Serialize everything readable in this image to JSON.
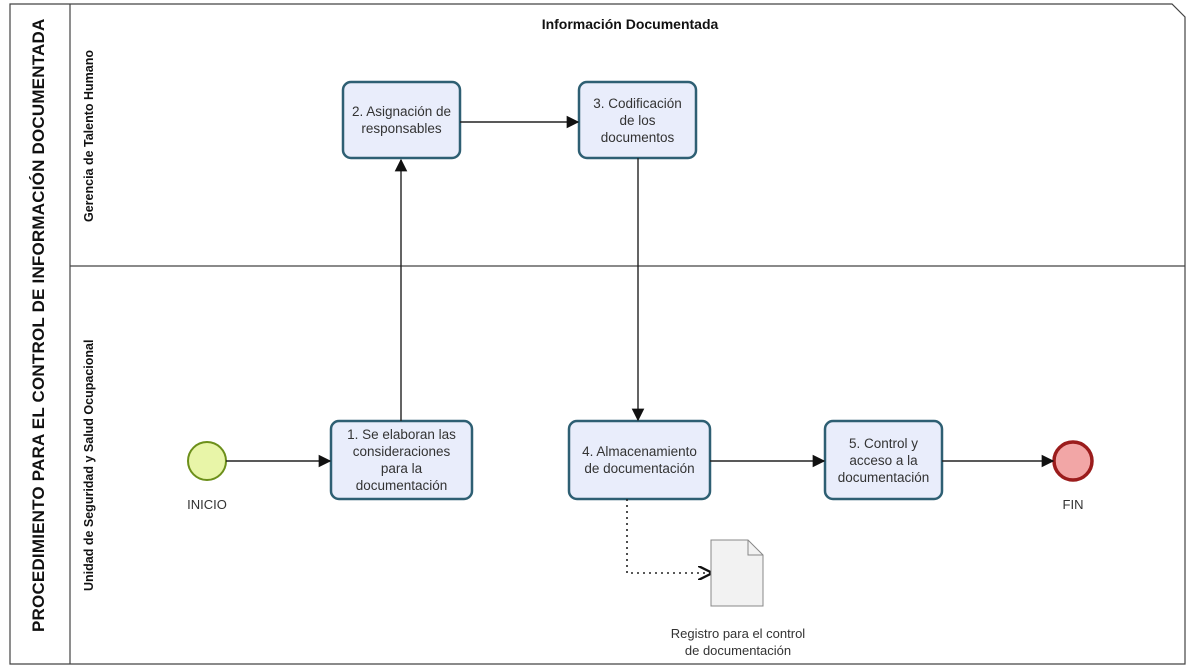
{
  "pool": {
    "title": "PROCEDIMIENTO PARA EL CONTROL DE INFORMACIÓN DOCUMENTADA",
    "header": "Información Documentada"
  },
  "lanes": [
    {
      "label": "Gerencia de Talento Humano"
    },
    {
      "label": "Unidad de Seguridad y Salud Ocupacional"
    }
  ],
  "events": {
    "start": {
      "label": "INICIO",
      "color": "#e8f5a8",
      "stroke": "#6c8f1a"
    },
    "end": {
      "label": "FIN",
      "color": "#f2a6a6",
      "stroke": "#9b1c1c"
    }
  },
  "tasks": [
    {
      "id": "t1",
      "text": "1. Se elaboran las\nconsideraciones\npara la\ndocumentación"
    },
    {
      "id": "t2",
      "text": "2. Asignación de\nresponsables"
    },
    {
      "id": "t3",
      "text": "3. Codificación\nde los\ndocumentos"
    },
    {
      "id": "t4",
      "text": "4. Almacenamiento\nde documentación"
    },
    {
      "id": "t5",
      "text": "5. Control y\nacceso a la\ndocumentación"
    }
  ],
  "data_object": {
    "label": "Registro para el control\nde documentación"
  },
  "colors": {
    "task_fill": "#e9edfb",
    "task_stroke": "#2e5f73",
    "line": "#222222"
  }
}
